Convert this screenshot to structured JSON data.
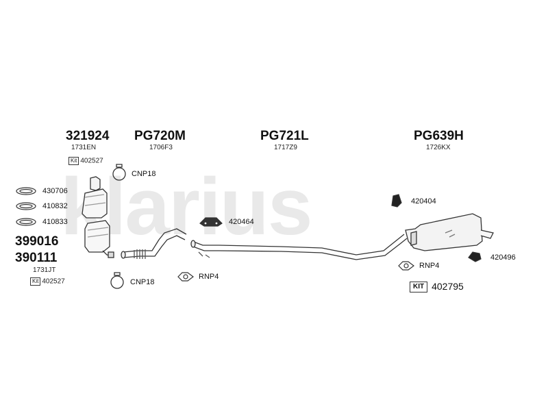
{
  "watermark": "klarius",
  "parts": {
    "p321924": {
      "number": "321924",
      "code": "1731EN"
    },
    "pg720m": {
      "number": "PG720M",
      "code": "1706F3"
    },
    "pg721l": {
      "number": "PG721L",
      "code": "1717Z9"
    },
    "pg639h": {
      "number": "PG639H",
      "code": "1726KX"
    },
    "p399016": {
      "number": "399016"
    },
    "p390111": {
      "number": "390111",
      "code": "1731JT"
    }
  },
  "kits": {
    "kit_top": {
      "badge": "Kit",
      "number": "402527"
    },
    "kit_bottom": {
      "badge": "Kit",
      "number": "402527"
    },
    "kit_right": {
      "badge": "KIT",
      "number": "402795"
    }
  },
  "accessories": {
    "cnp18_top": "CNP18",
    "cnp18_bottom": "CNP18",
    "gasket_430706": "430706",
    "gasket_410832": "410832",
    "gasket_410833": "410833",
    "mount_420464": "420464",
    "rnp4_left": "RNP4",
    "rnp4_right": "RNP4",
    "mount_420404": "420404",
    "mount_420496": "420496"
  }
}
